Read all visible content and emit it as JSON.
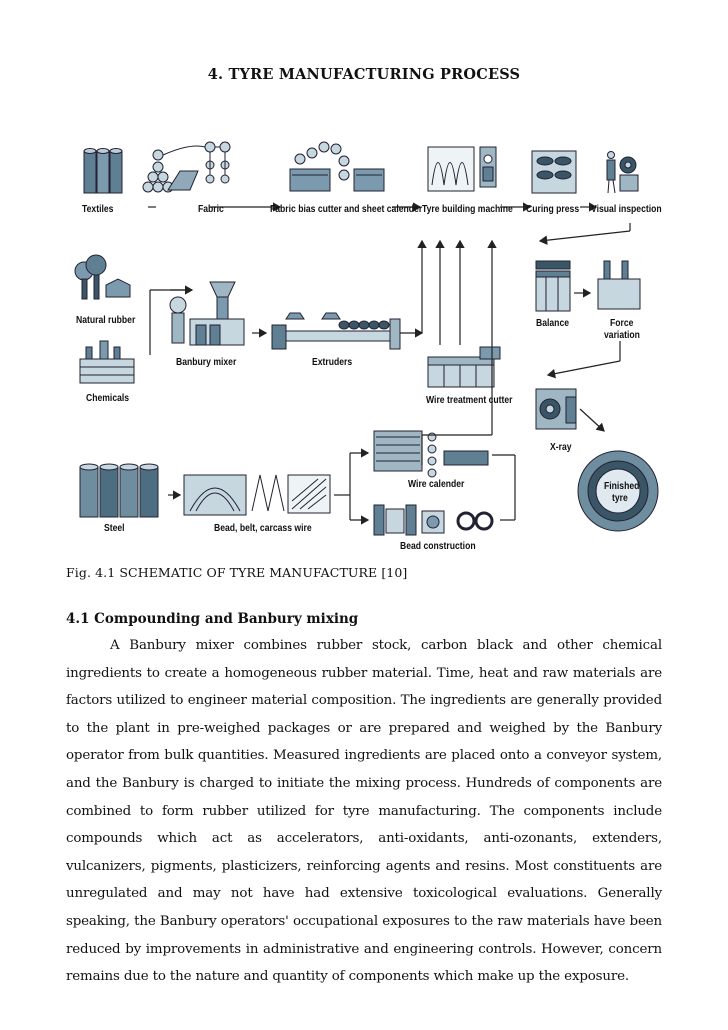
{
  "page": {
    "title": "4. TYRE MANUFACTURING PROCESS"
  },
  "figure": {
    "labels": {
      "textiles": "Textiles",
      "fabric": "Fabric",
      "fabric_bias": "Fabric bias cutter and sheet calender",
      "tyre_building": "Tyre building machine",
      "curing_press": "Curing press",
      "visual_inspection": "Visual inspection",
      "natural_rubber": "Natural rubber",
      "banbury_mixer": "Banbury mixer",
      "extruders": "Extruders",
      "balance": "Balance",
      "force_variation_1": "Force",
      "force_variation_2": "variation",
      "chemicals": "Chemicals",
      "wire_treatment_cutter": "Wire treatment cutter",
      "xray": "X-ray",
      "finished_tyre_1": "Finished",
      "finished_tyre_2": "tyre",
      "steel": "Steel",
      "bead_belt_carcass": "Bead, belt, carcass wire",
      "wire_calender": "Wire calender",
      "bead_construction": "Bead construction"
    },
    "caption": "Fig. 4.1 SCHEMATIC OF TYRE MANUFACTURE [10]"
  },
  "section": {
    "heading": "4.1 Compounding and Banbury mixing",
    "paragraph": "A Banbury mixer combines rubber stock, carbon black and other chemical ingredients to create a homogeneous rubber material. Time, heat and raw materials are factors utilized to engineer material composition. The ingredients are generally provided to the plant in pre-weighed packages or are prepared and weighed by the Banbury operator from bulk quantities. Measured ingredients are placed onto a conveyor system, and the Banbury is charged to initiate the mixing process. Hundreds of components are combined to form rubber utilized for tyre manufacturing. The components include compounds which act as accelerators, anti-oxidants, anti-ozonants, extenders, vulcanizers, pigments, plasticizers, reinforcing agents and resins. Most constituents are unregulated and may not have had extensive toxicological evaluations. Generally speaking, the Banbury operators' occupational exposures to the raw materials have been reduced by improvements in administrative and engineering controls. However, concern remains due to the nature and quantity of components which make up the exposure."
  },
  "colors": {
    "machine_fill": "#c7d7e0",
    "machine_dark": "#3a5566",
    "line": "#222222"
  }
}
